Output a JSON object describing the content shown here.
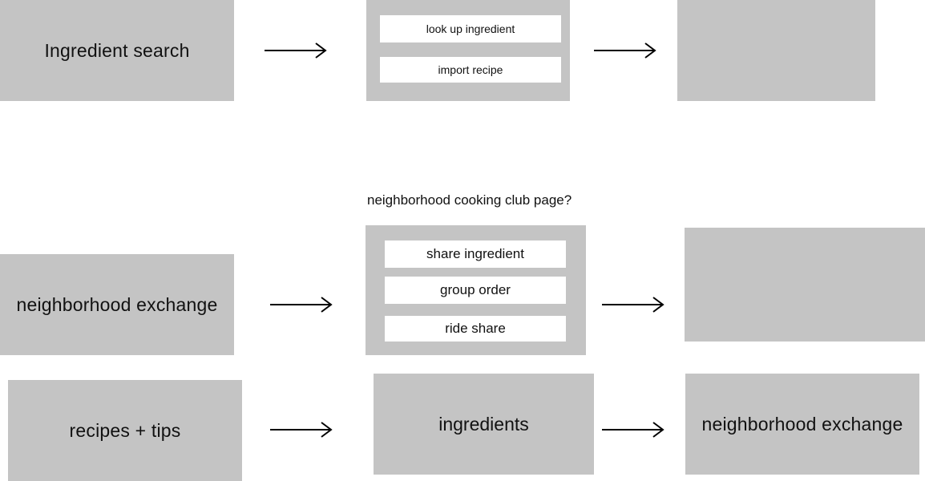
{
  "row1": {
    "start": "Ingredient search",
    "options": [
      "look up ingredient",
      "import recipe"
    ],
    "end": ""
  },
  "row2": {
    "caption": "neighborhood cooking club page?",
    "start": "neighborhood exchange",
    "options": [
      "share ingredient",
      "group order",
      "ride share"
    ],
    "end": ""
  },
  "row3": {
    "start": "recipes + tips",
    "middle": "ingredients",
    "end": "neighborhood exchange"
  },
  "colors": {
    "box": "#c4c4c4",
    "button": "#ffffff",
    "arrow": "#000000"
  }
}
